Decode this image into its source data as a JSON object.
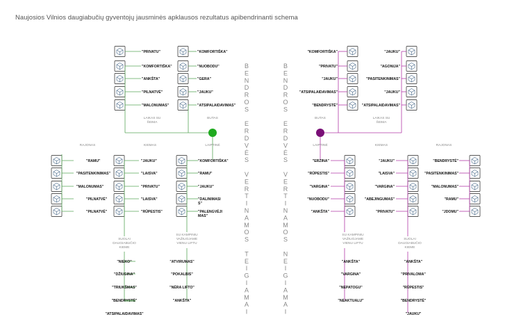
{
  "title": "Naujosios Vilnios daugiabučių gyventojų jausminės apklausos rezultatus apibendrinanti schema",
  "colors": {
    "positive": "#5aa65a",
    "negative": "#b23aa8",
    "positive_node": "#1faa1f",
    "negative_node": "#7a0f77",
    "icon": "#4a6a8a"
  },
  "center_text": {
    "left": [
      "B",
      "E",
      "N",
      "D",
      "R",
      "O",
      "S",
      "",
      "E",
      "R",
      "D",
      "V",
      "Ė",
      "S",
      "",
      "V",
      "E",
      "R",
      "T",
      "I",
      "N",
      "A",
      "M",
      "O",
      "S",
      "",
      "T",
      "E",
      "I",
      "G",
      "I",
      "A",
      "M",
      "A",
      "I"
    ],
    "right": [
      "B",
      "E",
      "N",
      "D",
      "R",
      "O",
      "S",
      "",
      "E",
      "R",
      "D",
      "V",
      "Ė",
      "S",
      "",
      "V",
      "E",
      "R",
      "T",
      "I",
      "N",
      "A",
      "M",
      "O",
      "S",
      "",
      "N",
      "E",
      "I",
      "G",
      "I",
      "A",
      "M",
      "A",
      "I"
    ]
  },
  "captions": {
    "pos_laikas": [
      "LAIKAS SU",
      "ŠEIMA"
    ],
    "pos_butas": [
      "BUTAS"
    ],
    "pos_laiptine": [
      "LAIPTINĖ"
    ],
    "pos_kiemas": [
      "KIEMAS"
    ],
    "pos_rajonas": [
      "RAJONAS"
    ],
    "pos_suolai": [
      "SUOLAI",
      "DAUGIABUČIO",
      "KIEME"
    ],
    "pos_kampinis": [
      "SU KAMPINIU",
      "VAŽIUOJAME",
      "VIENU LIFTU"
    ],
    "neg_butas": [
      "BUTAS"
    ],
    "neg_laikas": [
      "LAIKAS SU",
      "ŠEIMA"
    ],
    "neg_laiptine": [
      "LAIPTINĖ"
    ],
    "neg_kiemas": [
      "KIEMAS"
    ],
    "neg_rajonas": [
      "RAJONAS"
    ],
    "neg_kampinis": [
      "SU KAMPINIU",
      "VAŽIUOJAME",
      "VIENU LIFTU"
    ],
    "neg_suolai": [
      "SUOLAI",
      "DAUGIABUČIO",
      "KIEME"
    ]
  },
  "positive": {
    "laikas": [
      "\"PRIVATU\"",
      "\"KOMFORTIŠKA\"",
      "\"ANKŠTA\"",
      "\"PILNATVĖ\"",
      "\"MALONUMAS\""
    ],
    "butas": [
      "\"KOMFORTIŠKA\"",
      "\"NUOBODU\"",
      "\"GERA\"",
      "\"JAUKU\"",
      "\"ATSIPALAIDAVIMAS\""
    ],
    "rajonas": [
      "\"RAMU\"",
      "\"PASITENKINIMAS\"",
      "\"MALONUMAS\"",
      "\"PILNATVĖ\"",
      "\"PILNATVĖ\""
    ],
    "kiemas": [
      "\"JAUKU\"",
      "\"LAISVA\"",
      "\"PRIVATU\"",
      "\"LAISVA\"",
      "\"RŪPESTIS\""
    ],
    "laiptine": [
      "\"KOMFORTIŠKA\"",
      "\"RAMU\"",
      "\"JAUKU\"",
      "\"DALINIMASI\nS\"",
      "\"PALENGVĖJI\nMAS\""
    ],
    "suolai": [
      "\"NIEKO\"",
      "\"DŽIUGINA\"",
      "\"TRIUKŠMAS\"",
      "\"BENDRYSTĖ\"",
      "\"ATSIPALAIDAVIMAS\""
    ],
    "kampinis": [
      "\"ATVIRUMAS\"",
      "\"POKALBIS\"",
      "\"NĖRA LIFTO\"",
      "\"ANKŠTA\""
    ]
  },
  "negative": {
    "butas": [
      "\"KOMFORTIŠKA\"",
      "\"PRIVATU\"",
      "\"JAUKU\"",
      "\"ATSIPALAIDAVIMAS\"",
      "\"BENDRYSTĖ\""
    ],
    "laikas": [
      "\"JAUKU\"",
      "\"AGONIJA\"",
      "\"PASITENKINIMAS\"",
      "\"JAUKU\"",
      "\"ATSIPALAIDAVIMAS\""
    ],
    "laiptine": [
      "\"ERZINA\"",
      "\"RŪPESTIS\"",
      "\"VARGINA\"",
      "\"NUOBODU\"",
      "\"ANKŠTA\""
    ],
    "kiemas": [
      "\"JAUKU\"",
      "\"LAISVA\"",
      "\"VARGINA\"",
      "\"ABEJINGUMAS\"",
      "\"PRIVATU\""
    ],
    "rajonas": [
      "\"BENDRYSTĖ\"",
      "\"PASITENKINIMAS\"",
      "\"MALONUMAS\"",
      "\"RAMU\"",
      "\"JDOMU\""
    ],
    "kampinis": [
      "\"ANKŠTA\"",
      "\"VARGINA\"",
      "\"NEPATOGU\"",
      "\"NEAKTUALU\""
    ],
    "suolai": [
      "\"ANKŠTA\"",
      "\"PRIVALOMA\"",
      "\"RŪPESTIS\"",
      "\"BENDRYSTĖ\"",
      "\"JAUKU\""
    ]
  }
}
